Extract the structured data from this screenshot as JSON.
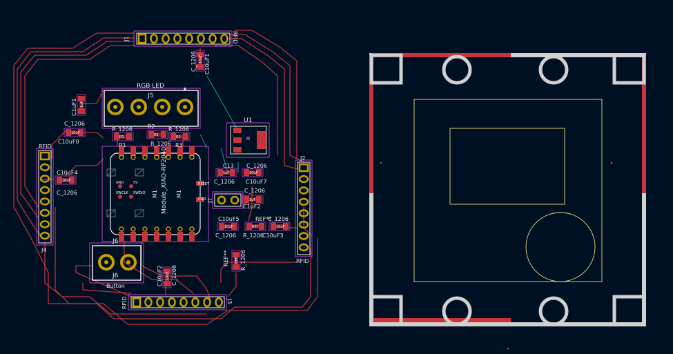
{
  "pcb": {
    "connectors": {
      "top_rfid": {
        "ref": "J1",
        "value": "RFID"
      },
      "left_rfid": {
        "ref": "J4",
        "value": "RFID"
      },
      "right_rfid": {
        "ref": "J2",
        "value": "RFID"
      },
      "bottom_rfid": {
        "ref": "J3",
        "value": "RFID"
      },
      "rgb_led": {
        "ref": "J5",
        "value": "RGB LED"
      },
      "button": {
        "ref": "J6",
        "value": "J6",
        "value2": "Button"
      },
      "j7": {
        "ref": "J7"
      }
    },
    "module": {
      "ref": "M1",
      "value": "Module_XIAO-RP2040",
      "ref2": "M1",
      "pad_labels": [
        "GND",
        "5V",
        "SWCLK",
        "SWDIO",
        "RESET",
        "GND"
      ]
    },
    "u1": {
      "ref": "U1"
    },
    "caps": {
      "c10uf1": {
        "ref": "C10uF1",
        "value": "C_1206",
        "pad": "10uF"
      },
      "c10uf0": {
        "ref": "C10uF0",
        "value": "C_1206",
        "pad": "10uF"
      },
      "c10uf4": {
        "ref": "C10uF4",
        "value": "C_1206",
        "pad": "10uF"
      },
      "c10uf5": {
        "ref": "C10uF5",
        "value": "C_1206",
        "pad": "10uF"
      },
      "c10uf3": {
        "ref": "C10uF3",
        "value": "C_1206",
        "pad": "10uF"
      },
      "c10uf2": {
        "ref": "C10uF2",
        "value": "C_1206",
        "pad": "10uF"
      },
      "c10uf7": {
        "ref": "C10uF7",
        "value": "C_1206",
        "pad": "10uF"
      },
      "c1uf2": {
        "ref": "C1uF2",
        "value": "C_1206",
        "pad": "1uF"
      },
      "c13": {
        "ref": "C13",
        "value": "C_1206",
        "pad": "1uF"
      },
      "c1uf1": {
        "ref": "C1uF1",
        "pad": "1uF"
      }
    },
    "resistors": {
      "r1": {
        "ref": "R1",
        "value": "R_1206",
        "pad": "R1"
      },
      "r2": {
        "ref": "R2",
        "value": "R_1206",
        "pad": "R2"
      },
      "r3": {
        "ref": "R3",
        "value": "R_1206",
        "pad": "R3"
      },
      "ref1": {
        "ref": "REF**",
        "value": "R_1206",
        "pad": "REF"
      },
      "ref2": {
        "ref": "REF**",
        "value": "R_1206",
        "pad": "REF"
      }
    }
  },
  "colors": {
    "background": "#001023",
    "copper_track": "#c8343c",
    "pad": "#c8343c",
    "courtyard": "#c040c0",
    "silkscreen": "#f0f0f0",
    "gold": "#c8a000",
    "ratsnest": "#20c0c0",
    "fab": "#e8e080",
    "outline_3d": "#d0d0d0"
  }
}
